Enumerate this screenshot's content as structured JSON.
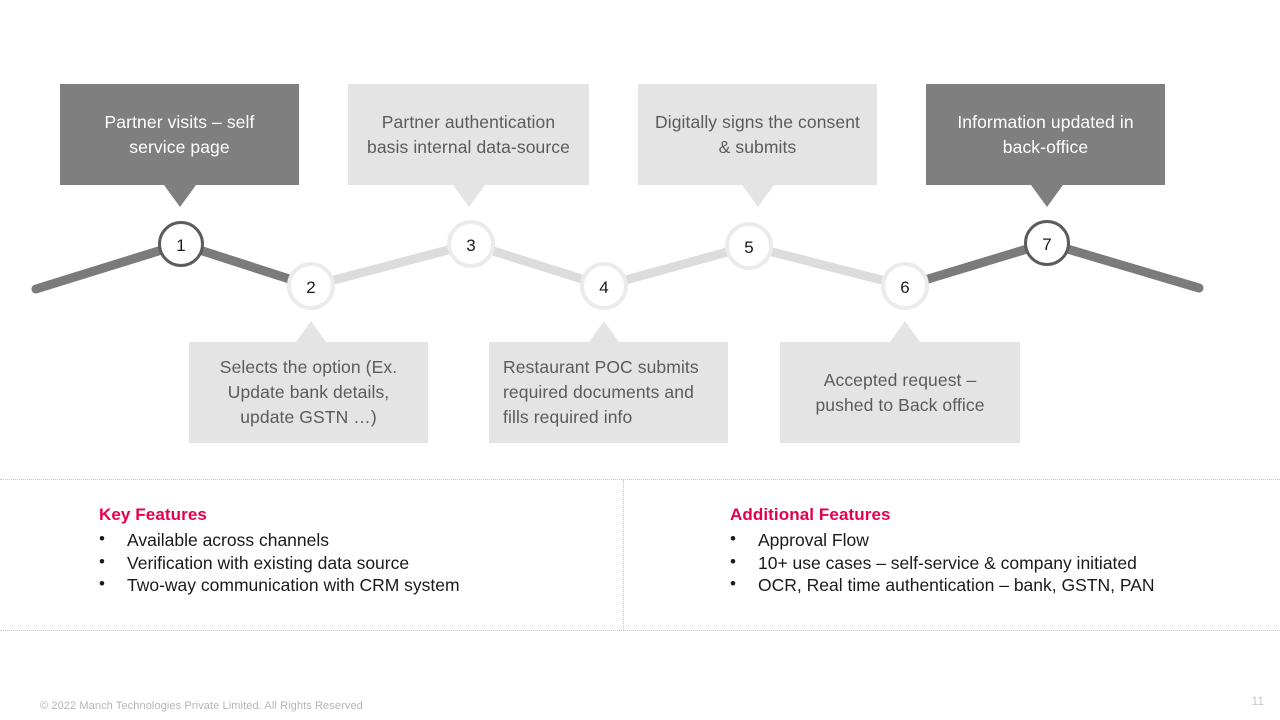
{
  "colors": {
    "dark_box": "#7f7f7f",
    "light_box": "#e4e4e4",
    "accent_red": "#e4004c",
    "line_dark": "#7b7b7b",
    "line_light": "#dcdcdc",
    "body_text": "#1a1a1a"
  },
  "flow": {
    "steps": [
      {
        "number": "1",
        "emphasis": "dark"
      },
      {
        "number": "2",
        "emphasis": "light"
      },
      {
        "number": "3",
        "emphasis": "light"
      },
      {
        "number": "4",
        "emphasis": "light"
      },
      {
        "number": "5",
        "emphasis": "light"
      },
      {
        "number": "6",
        "emphasis": "light"
      },
      {
        "number": "7",
        "emphasis": "dark"
      }
    ],
    "callouts_above": [
      {
        "step": "1",
        "text": "Partner visits – self service page",
        "style": "dark",
        "align": "center"
      },
      {
        "step": "3",
        "text": "Partner authentication basis internal data-source",
        "style": "light",
        "align": "center"
      },
      {
        "step": "5",
        "text": "Digitally signs the consent  & submits",
        "style": "light",
        "align": "center"
      },
      {
        "step": "7",
        "text": "Information updated in back-office",
        "style": "dark",
        "align": "center"
      }
    ],
    "callouts_below": [
      {
        "step": "2",
        "text": "Selects the option (Ex. Update bank details, update GSTN …)",
        "style": "light",
        "align": "center"
      },
      {
        "step": "4",
        "text": "Restaurant POC submits required documents and fills required info",
        "style": "light",
        "align": "left"
      },
      {
        "step": "6",
        "text": "Accepted request – pushed to Back office",
        "style": "light",
        "align": "center"
      }
    ]
  },
  "key_features": {
    "title": "Key Features",
    "bullet_glyph": "•",
    "items": [
      "Available across channels",
      "Verification with existing data source",
      "Two-way communication with CRM system"
    ]
  },
  "additional_features": {
    "title": "Additional Features",
    "bullet_glyph": "•",
    "items": [
      "Approval Flow",
      "10+ use cases – self-service & company initiated",
      "OCR, Real time authentication – bank, GSTN, PAN"
    ]
  },
  "footer": {
    "copyright": "© 2022 Manch Technologies Private Limited. All Rights Reserved",
    "page_number": "11"
  }
}
